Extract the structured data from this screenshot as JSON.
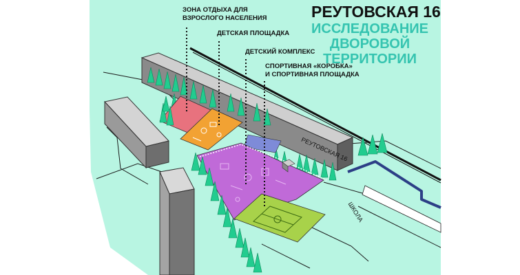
{
  "title": {
    "main": "РЕУТОВСКАЯ 16",
    "sub1": "ИССЛЕДОВАНИЕ",
    "sub2": "ДВОРОВОЙ",
    "sub3": "ТЕРРИТОРИИ"
  },
  "labels": {
    "adult_zone_line1": "ЗОНА ОТДЫХА ДЛЯ",
    "adult_zone_line2": "ВЗРОСЛОГО НАСЕЛЕНИЯ",
    "kids_playground": "ДЕТСКАЯ ПЛОЩАДКА",
    "kids_complex": "ДЕТСКИЙ КОМПЛЕКС",
    "sport_line1": "СПОРТИВНАЯ «КОРОБКА»",
    "sport_line2": "И СПОРТИВНАЯ ПЛОЩАДКА"
  },
  "map_text": {
    "building_label": "РЕУТОВСКАЯ 16",
    "school_label": "ШКОЛА"
  },
  "colors": {
    "background": "#ffffff",
    "map_base": "#b8f5e2",
    "title_main": "#111111",
    "title_sub": "#35c4b0",
    "adult_zone": "#e8727e",
    "kids_playground": "#f2a233",
    "kids_complex": "#c06ad8",
    "sport_field": "#a8d24a",
    "trees": "#22cc8f",
    "building_gray": "#8a8a8a",
    "road_navy": "#2c3f86"
  }
}
